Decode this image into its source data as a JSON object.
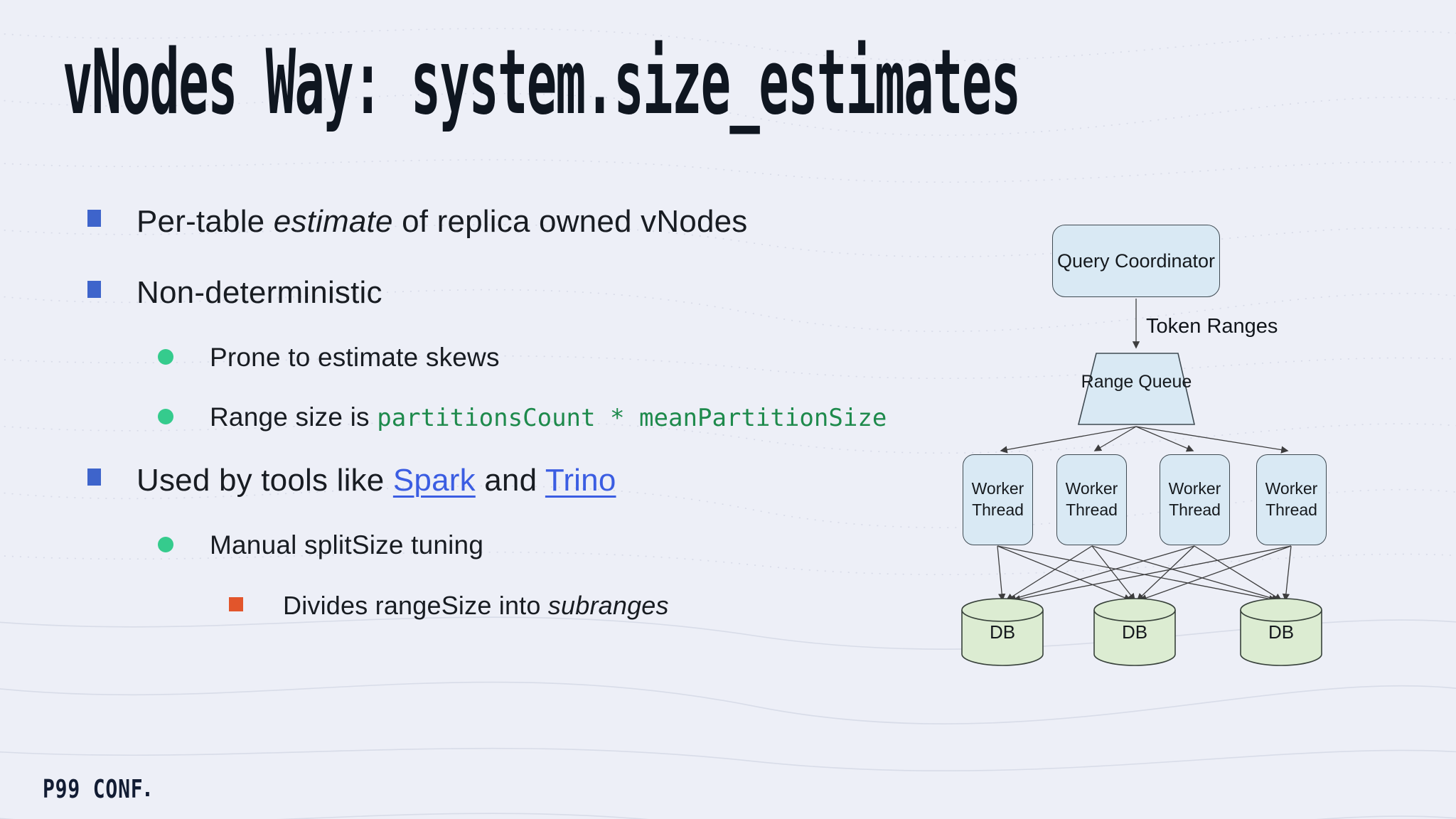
{
  "slide": {
    "title": "vNodes Way: system.size_estimates",
    "footer_logo": "P99 CONF",
    "bullets": [
      {
        "level": 1,
        "marker": "square-blue",
        "runs": [
          {
            "text": "Per-table ",
            "style": "normal"
          },
          {
            "text": "estimate",
            "style": "italic"
          },
          {
            "text": " of replica owned vNodes",
            "style": "normal"
          }
        ]
      },
      {
        "level": 1,
        "marker": "square-blue",
        "runs": [
          {
            "text": "Non-deterministic",
            "style": "normal"
          }
        ]
      },
      {
        "level": 2,
        "marker": "circle-green",
        "runs": [
          {
            "text": "Prone to estimate skews",
            "style": "normal"
          }
        ]
      },
      {
        "level": 2,
        "marker": "circle-green",
        "runs": [
          {
            "text": "Range size is ",
            "style": "normal"
          },
          {
            "text": "partitionsCount * meanPartitionSize",
            "style": "code"
          }
        ]
      },
      {
        "level": 1,
        "marker": "square-blue",
        "runs": [
          {
            "text": "Used by tools like ",
            "style": "normal"
          },
          {
            "text": "Spark",
            "style": "link"
          },
          {
            "text": " and ",
            "style": "normal"
          },
          {
            "text": "Trino",
            "style": "link"
          }
        ]
      },
      {
        "level": 2,
        "marker": "circle-green",
        "runs": [
          {
            "text": "Manual splitSize tuning",
            "style": "normal"
          }
        ]
      },
      {
        "level": 3,
        "marker": "square-orange",
        "runs": [
          {
            "text": "Divides rangeSize into ",
            "style": "normal"
          },
          {
            "text": "subranges",
            "style": "italic"
          }
        ]
      }
    ]
  },
  "diagram": {
    "coordinator_label": "Query Coordinator",
    "edge_label": "Token Ranges",
    "queue_label": "Range Queue",
    "workers": [
      "Worker Thread",
      "Worker Thread",
      "Worker Thread",
      "Worker Thread"
    ],
    "dbs": [
      "DB",
      "DB",
      "DB"
    ]
  },
  "colors": {
    "background": "#edeff7",
    "title_text": "#0f1620",
    "body_text": "#181c22",
    "bullet_blue": "#3e64cb",
    "bullet_green": "#35cb8d",
    "bullet_orange": "#e2552b",
    "code_green": "#1e8a4c",
    "link_blue": "#3b5de2",
    "node_fill": "#d9e9f4",
    "node_border": "#3f4a52",
    "db_fill": "#dcecd2",
    "db_border": "#37413a"
  }
}
